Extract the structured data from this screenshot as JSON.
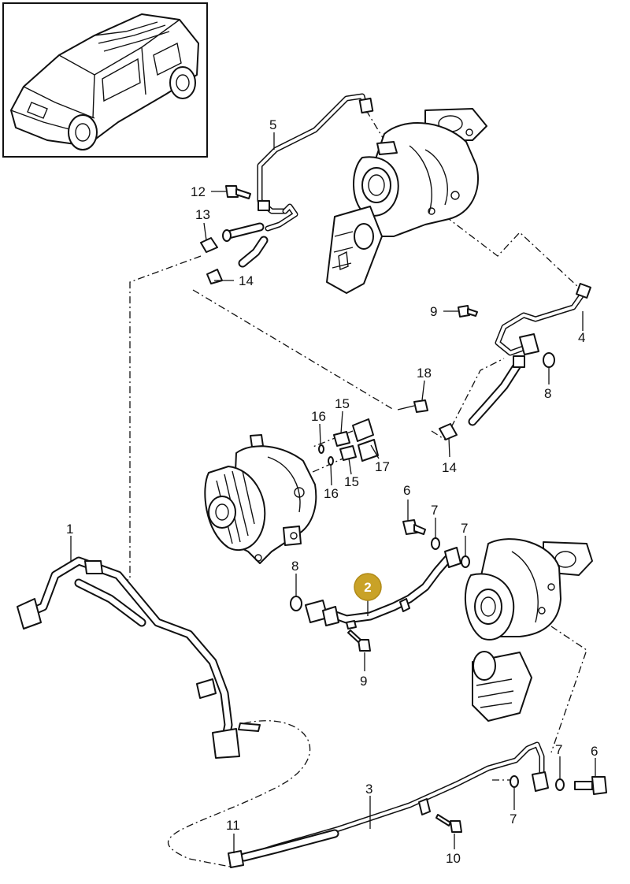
{
  "callouts": {
    "c1": "1",
    "c2": "2",
    "c3": "3",
    "c4": "4",
    "c5": "5",
    "c6a": "6",
    "c6b": "6",
    "c7a": "7",
    "c7b": "7",
    "c7c": "7",
    "c7d": "7",
    "c8a": "8",
    "c8b": "8",
    "c9a": "9",
    "c9b": "9",
    "c10": "10",
    "c11": "11",
    "c12": "12",
    "c13": "13",
    "c14a": "14",
    "c14b": "14",
    "c15a": "15",
    "c15b": "15",
    "c16a": "16",
    "c16b": "16",
    "c17": "17",
    "c18": "18"
  },
  "highlight": {
    "part_number": "2",
    "color": "#c9a227"
  },
  "icons": {
    "vehicle": "vehicle-thumbnail-icon",
    "turbo_upper": "turbocharger-icon",
    "turbo_lower": "turbocharger-icon",
    "pump": "coolant-pump-icon"
  }
}
